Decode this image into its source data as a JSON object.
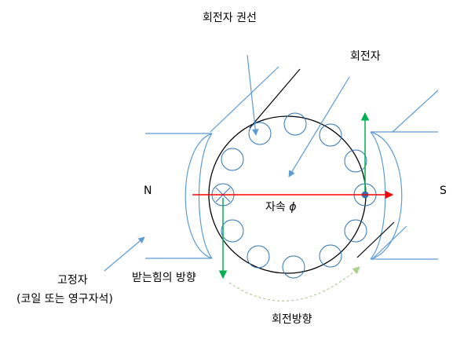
{
  "labels": {
    "rotor_coil": "회전자 권선",
    "rotor": "회전자",
    "pole_n": "N",
    "pole_s": "S",
    "flux": "자속",
    "flux_symbol": "ϕ",
    "stator_line1": "고정자",
    "stator_line2": "(코일 또는 영구자석)",
    "force_direction": "받는힘의 방향",
    "rotation_direction": "회전방향"
  },
  "colors": {
    "pointer_arrow": "#5b9bd5",
    "flux_arrow": "#ff0000",
    "force_arrow": "#00b050",
    "rotation_arrow": "#a9d18e",
    "current_dot": "#2e75b6",
    "stator_outline": "#5b9bd5",
    "rotor_outline": "#000000",
    "slot_outline": "#2e75b6"
  }
}
